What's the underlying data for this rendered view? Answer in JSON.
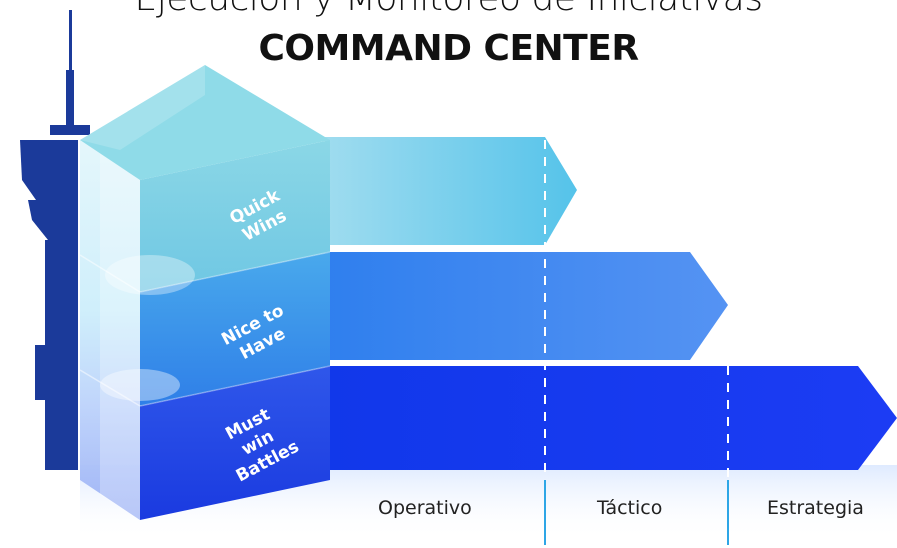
{
  "header": {
    "subtitle": "Ejecución y Monitoreo de Iniciativas",
    "title": "COMMAND CENTER"
  },
  "levels": [
    {
      "line1": "Quick",
      "line2": "Wins",
      "line3": ""
    },
    {
      "line1": "Nice to",
      "line2": "Have",
      "line3": ""
    },
    {
      "line1": "Must",
      "line2": "win",
      "line3": "Battles"
    }
  ],
  "horizon_labels": [
    "Operativo",
    "Táctico",
    "Estrategia"
  ],
  "colors": {
    "quick_wins": "#7fd3e6",
    "nice_to_have": "#3d8cf0",
    "must_win": "#1638f0",
    "tower": "#1b3a9a"
  }
}
